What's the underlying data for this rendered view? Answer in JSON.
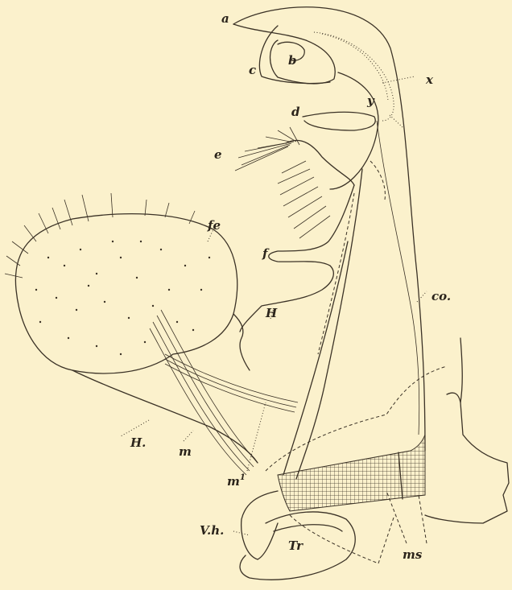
{
  "labels": {
    "a": "a",
    "b": "b",
    "c": "c",
    "x": "x",
    "d": "d",
    "y": "y",
    "e": "e",
    "fe": "fe",
    "f": "f",
    "H_inner": "H",
    "co": "co.",
    "H_outer": "H.",
    "m": "m",
    "m1": "m",
    "m1_sup": "1",
    "Vh": "V.h.",
    "Tr": "Tr",
    "ms": "ms"
  },
  "colors": {
    "paper": "#fbf1cc",
    "ink": "#3b3226"
  }
}
